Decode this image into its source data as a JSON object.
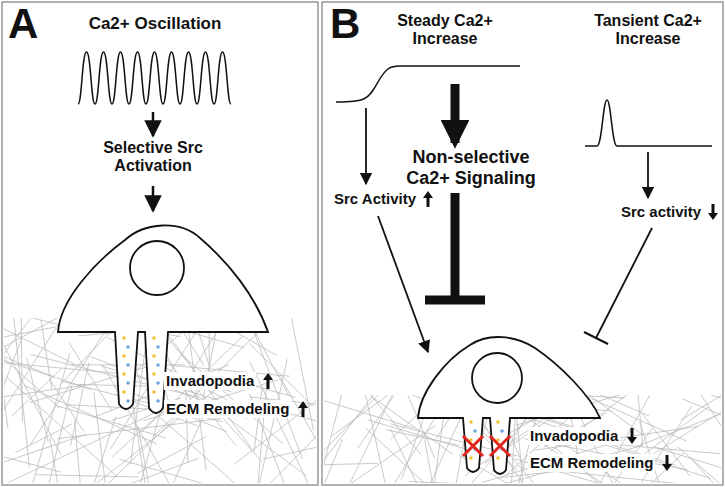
{
  "diagram": {
    "labels": [
      "A",
      "Ca2+ Oscillation",
      "Selective Src Activation",
      "Invadopodia",
      "ECM Remodeling",
      "B",
      "Steady Ca2+ Increase",
      "Tansient Ca2+ Increase",
      "Src Activity",
      "Non-selective Ca2+ Signaling",
      "Src activity",
      "Invadopodia",
      "ECM Remodeling"
    ]
  }
}
